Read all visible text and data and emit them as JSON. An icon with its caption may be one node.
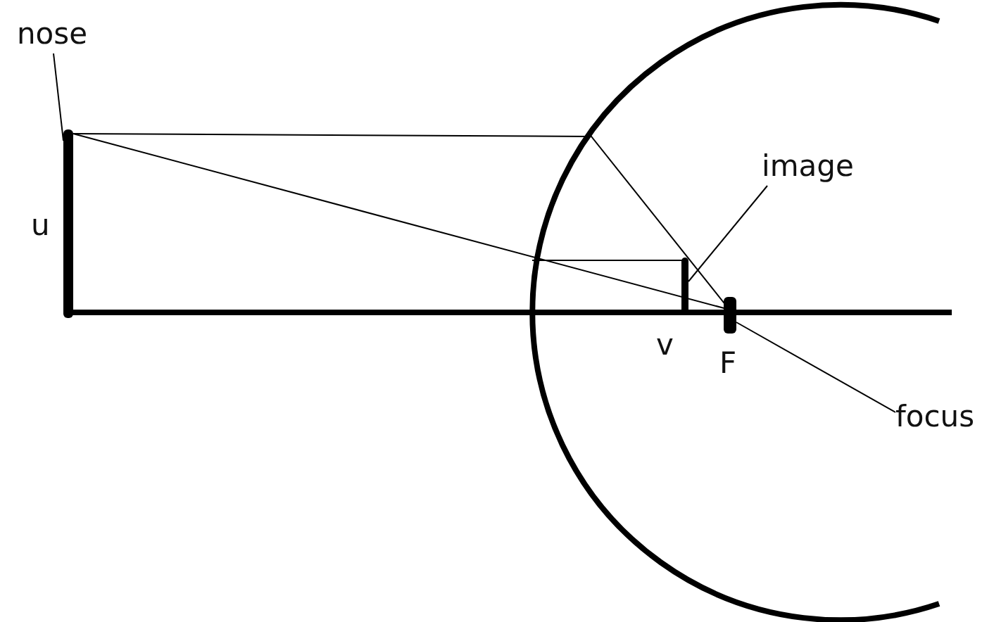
{
  "diagram": {
    "nodes": [
      {
        "text": [
          "nose"
        ]
      },
      {
        "text": [],
        "shape": "bar",
        "beside": [
          "u"
        ]
      },
      {
        "text": [
          "image"
        ]
      },
      {
        "text": [],
        "shape": "bar",
        "beside": [
          "v"
        ]
      },
      {
        "text": [
          "focus"
        ]
      },
      {
        "text": [],
        "shape": "bar",
        "beside": [
          "F"
        ]
      }
    ],
    "edges": [
      {
        "from": 0,
        "to": 1,
        "arrow": "none"
      },
      {
        "from": 2,
        "to": 3,
        "arrow": "none"
      },
      {
        "from": 4,
        "to": 5,
        "arrow": "none"
      }
    ]
  }
}
